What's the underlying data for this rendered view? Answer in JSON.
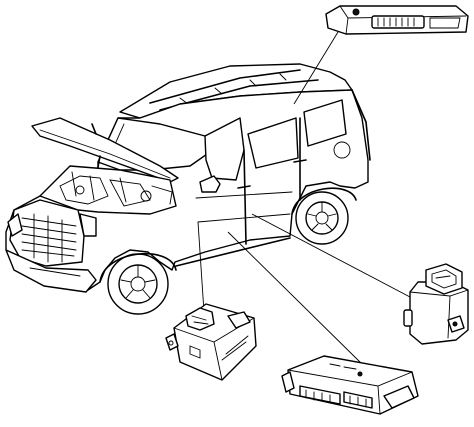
{
  "figure": {
    "kind": "technical-illustration",
    "subject": "vehicle-with-electronic-modules",
    "style": "black-line-art-on-white",
    "labels": []
  },
  "components": [
    {
      "id": "roof-module",
      "icon": "module-icon"
    },
    {
      "id": "rear-right-module",
      "icon": "module-icon"
    },
    {
      "id": "underdash-module",
      "icon": "module-icon"
    },
    {
      "id": "lower-right-module",
      "icon": "module-icon"
    }
  ],
  "colors": {
    "line": "#000000",
    "background": "#ffffff"
  }
}
